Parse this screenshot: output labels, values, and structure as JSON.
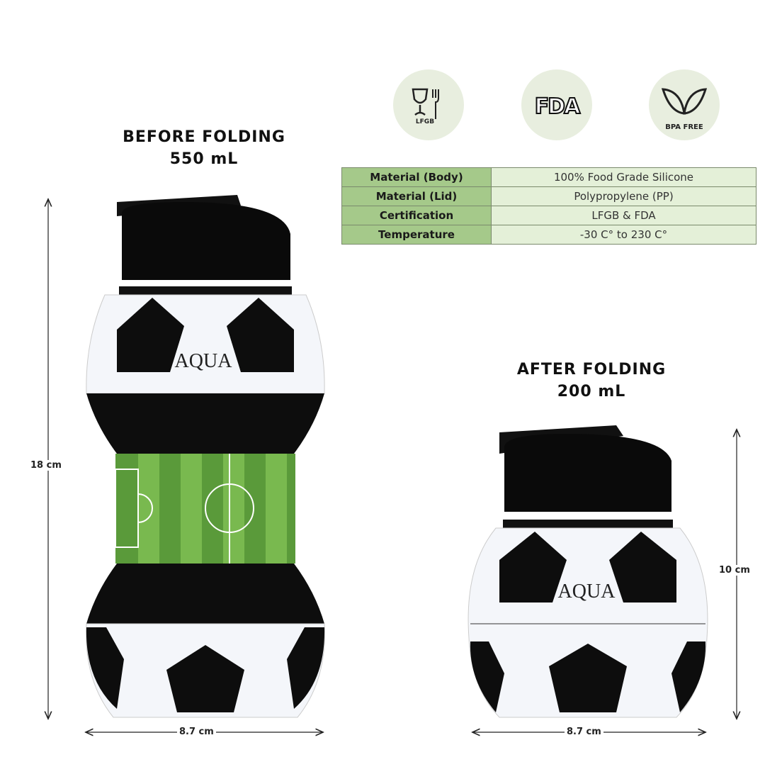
{
  "before": {
    "title": "BEFORE FOLDING",
    "volume": "550 mL",
    "height": "18 cm",
    "width": "8.7 cm",
    "brand": "AQUA"
  },
  "after": {
    "title": "AFTER FOLDING",
    "volume": "200 mL",
    "height": "10 cm",
    "width": "8.7 cm",
    "brand": "AQUA"
  },
  "badges": [
    {
      "icon": "lfgb-glass-fork-icon",
      "label": "LFGB"
    },
    {
      "icon": "fda-logo-icon",
      "label": "FDA"
    },
    {
      "icon": "bpa-free-leaves-icon",
      "label": "BPA FREE"
    }
  ],
  "specs": [
    {
      "key": "Material (Body)",
      "value": "100% Food Grade Silicone"
    },
    {
      "key": "Material (Lid)",
      "value": "Polypropylene (PP)"
    },
    {
      "key": "Certification",
      "value": "LFGB & FDA"
    },
    {
      "key": "Temperature",
      "value": "-30 C° to 230 C°"
    }
  ],
  "colors": {
    "header_cell": "#a5c98a",
    "value_cell": "#e4f0d8",
    "field_green": "#5a9a3a",
    "badge_bg": "#e8eedf"
  }
}
